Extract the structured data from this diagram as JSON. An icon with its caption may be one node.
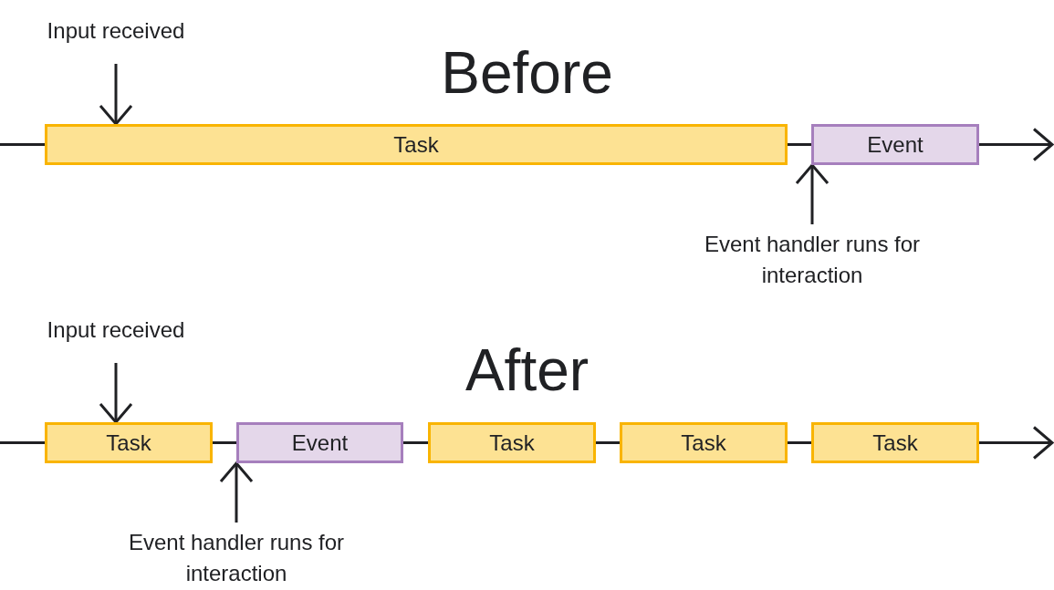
{
  "diagram": {
    "nodes": [
      {
        "text": [
          "Input received"
        ]
      },
      {
        "text": [
          "Task"
        ]
      },
      {
        "text": [
          "Event"
        ]
      },
      {
        "text": [
          "Event handler runs for interaction"
        ]
      },
      {
        "text": [
          "Input received"
        ]
      },
      {
        "text": [
          "Task"
        ]
      },
      {
        "text": [
          "Event"
        ]
      },
      {
        "text": [
          "Task"
        ]
      },
      {
        "text": [
          "Task"
        ]
      },
      {
        "text": [
          "Task"
        ]
      },
      {
        "text": [
          "Event handler runs for interaction"
        ]
      }
    ],
    "edges": [
      {
        "from": 0,
        "to": 1,
        "arrow": "to"
      },
      {
        "from": null,
        "to": 1,
        "arrow": "none"
      },
      {
        "from": 1,
        "to": 2,
        "arrow": "none"
      },
      {
        "from": 2,
        "to": null,
        "arrow": "to"
      },
      {
        "from": 3,
        "to": 2,
        "arrow": "to"
      },
      {
        "from": 4,
        "to": 5,
        "arrow": "to"
      },
      {
        "from": null,
        "to": 5,
        "arrow": "none"
      },
      {
        "from": 5,
        "to": 6,
        "arrow": "none"
      },
      {
        "from": 6,
        "to": 7,
        "arrow": "none"
      },
      {
        "from": 7,
        "to": 8,
        "arrow": "none"
      },
      {
        "from": 8,
        "to": 9,
        "arrow": "none"
      },
      {
        "from": 9,
        "to": null,
        "arrow": "to"
      },
      {
        "from": 10,
        "to": 6,
        "arrow": "to"
      }
    ],
    "labels": [
      "Before",
      "After"
    ]
  }
}
